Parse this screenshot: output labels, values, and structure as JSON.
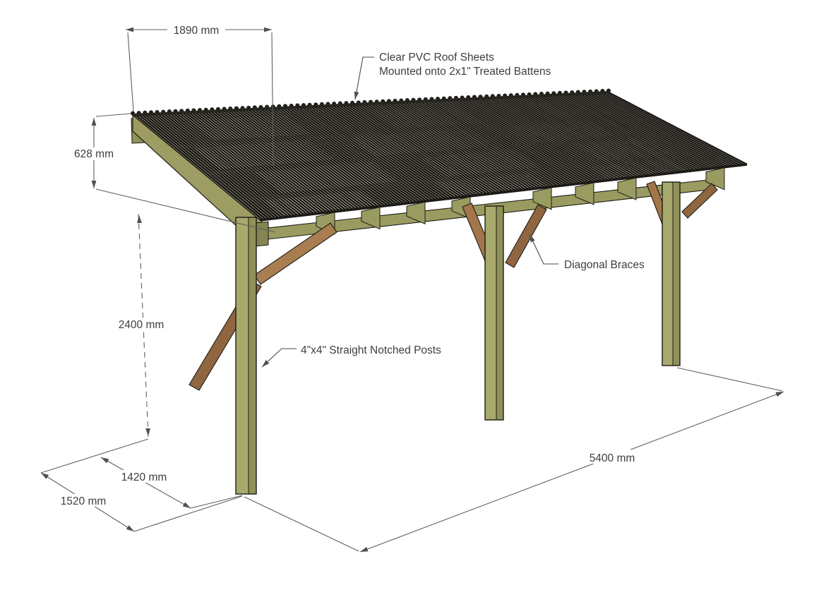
{
  "drawing": {
    "type": "isometric construction drawing",
    "subject": "timber lean-to carport with corrugated clear PVC roof"
  },
  "dimensions": {
    "roof_depth": "1890 mm",
    "roof_rise": "628 mm",
    "post_height": "2400 mm",
    "base_depth_inner": "1420 mm",
    "base_depth_outer": "1520 mm",
    "overall_length": "5400 mm"
  },
  "labels": {
    "roof_line1": "Clear PVC Roof Sheets",
    "roof_line2": "Mounted onto 2x1\" Treated Battens",
    "braces": "Diagonal Braces",
    "posts": "4\"x4\" Straight Notched Posts"
  },
  "colors": {
    "background": "#ffffff",
    "timber_green": "#9a9b61",
    "timber_green_light": "#a8a96c",
    "timber_green_dark": "#8f9158",
    "brace_brown_light": "#a87d50",
    "brace_brown_dark": "#8f6640",
    "batten_brown": "#7a614a",
    "roof_dark": "#32302b",
    "outline": "#1d1d15",
    "dimension_line": "#5f5f5f",
    "text": "#3e3e3e"
  }
}
